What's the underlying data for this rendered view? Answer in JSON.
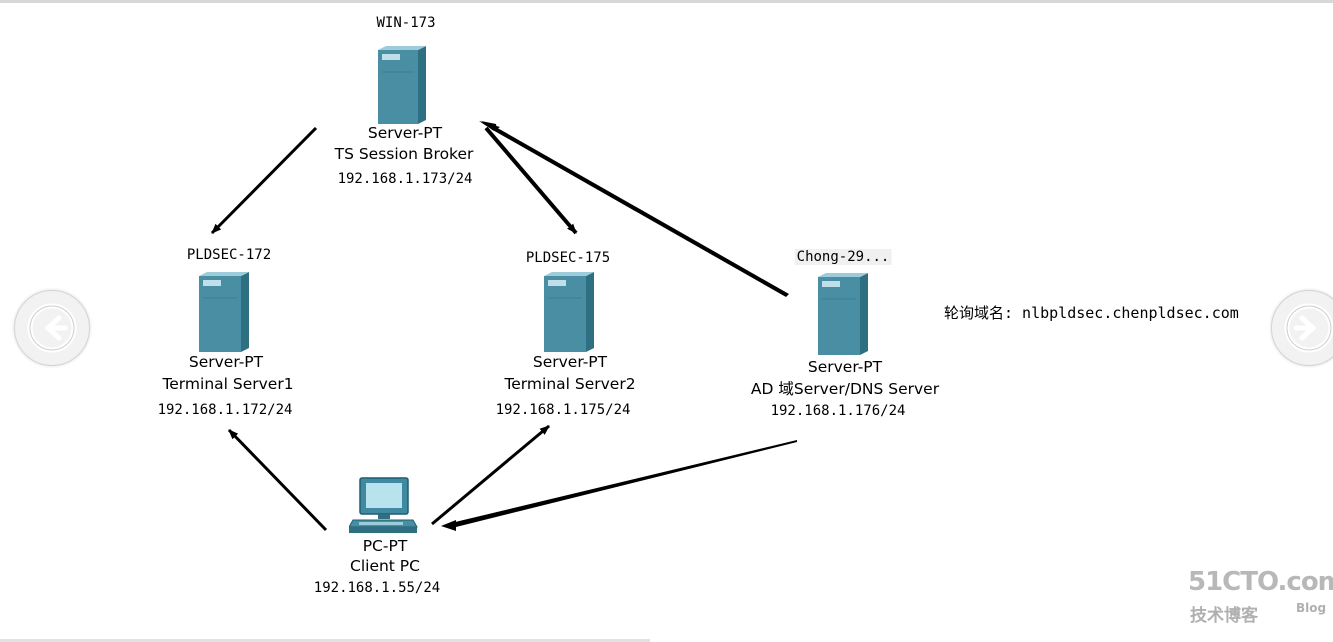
{
  "colors": {
    "server_front": "#4a8ea3",
    "server_side": "#2f6f82",
    "arrow": "#000000"
  },
  "nodes": [
    {
      "id": "win173",
      "hostname": "WIN-173",
      "type": "Server-PT",
      "role": "TS Session Broker",
      "ip": "192.168.1.173/24",
      "icon": "server-icon"
    },
    {
      "id": "pldsec172",
      "hostname": "PLDSEC-172",
      "type": "Server-PT",
      "role": "Terminal Server1",
      "ip": "192.168.1.172/24",
      "icon": "server-icon"
    },
    {
      "id": "pldsec175",
      "hostname": "PLDSEC-175",
      "type": "Server-PT",
      "role": "Terminal Server2",
      "ip": "192.168.1.175/24",
      "icon": "server-icon"
    },
    {
      "id": "chong29",
      "hostname": "Chong-29...",
      "type": "Server-PT",
      "role": "AD 域Server/DNS Server",
      "ip": "192.168.1.176/24",
      "icon": "server-icon"
    },
    {
      "id": "client",
      "type": "PC-PT",
      "role": "Client PC",
      "ip": "192.168.1.55/24",
      "icon": "pc-icon"
    }
  ],
  "annotation": "轮询域名: nlbpldsec.chenpldsec.com",
  "nav": {
    "prev_icon": "arrow-left-icon",
    "next_icon": "arrow-right-icon"
  },
  "watermark": {
    "brand": "51CTO.com",
    "subtitle": "技术博客",
    "tag": "Blog"
  }
}
